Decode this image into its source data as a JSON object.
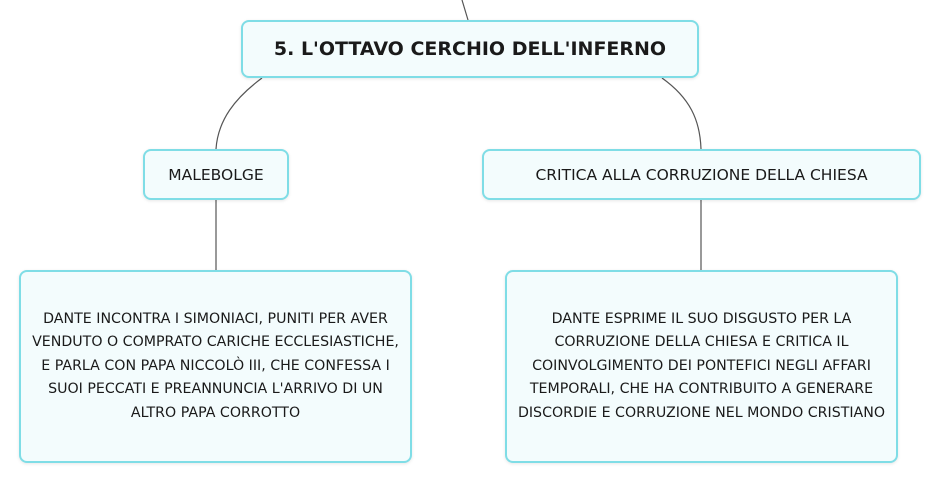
{
  "root": {
    "label": "5. L'OTTAVO CERCHIO DELL'INFERNO"
  },
  "branches": [
    {
      "label": "MALEBOLGE",
      "detail": "DANTE INCONTRA I SIMONIACI, PUNITI PER AVER VENDUTO O COMPRATO CARICHE ECCLESIASTICHE, E PARLA CON PAPA NICCOLÒ III, CHE CONFESSA I SUOI PECCATI E PREANNUNCIA L'ARRIVO DI UN ALTRO PAPA CORROTTO"
    },
    {
      "label": "CRITICA ALLA CORRUZIONE DELLA CHIESA",
      "detail": "DANTE ESPRIME IL SUO DISGUSTO PER LA CORRUZIONE DELLA CHIESA E CRITICA IL COINVOLGIMENTO DEI PONTEFICI NEGLI AFFARI TEMPORALI, CHE HA CONTRIBUITO A GENERARE DISCORDIE E CORRUZIONE NEL MONDO CRISTIANO"
    }
  ],
  "colors": {
    "node_border": "#7fdde6",
    "node_fill": "#f3fcfd",
    "connector": "#555555"
  }
}
